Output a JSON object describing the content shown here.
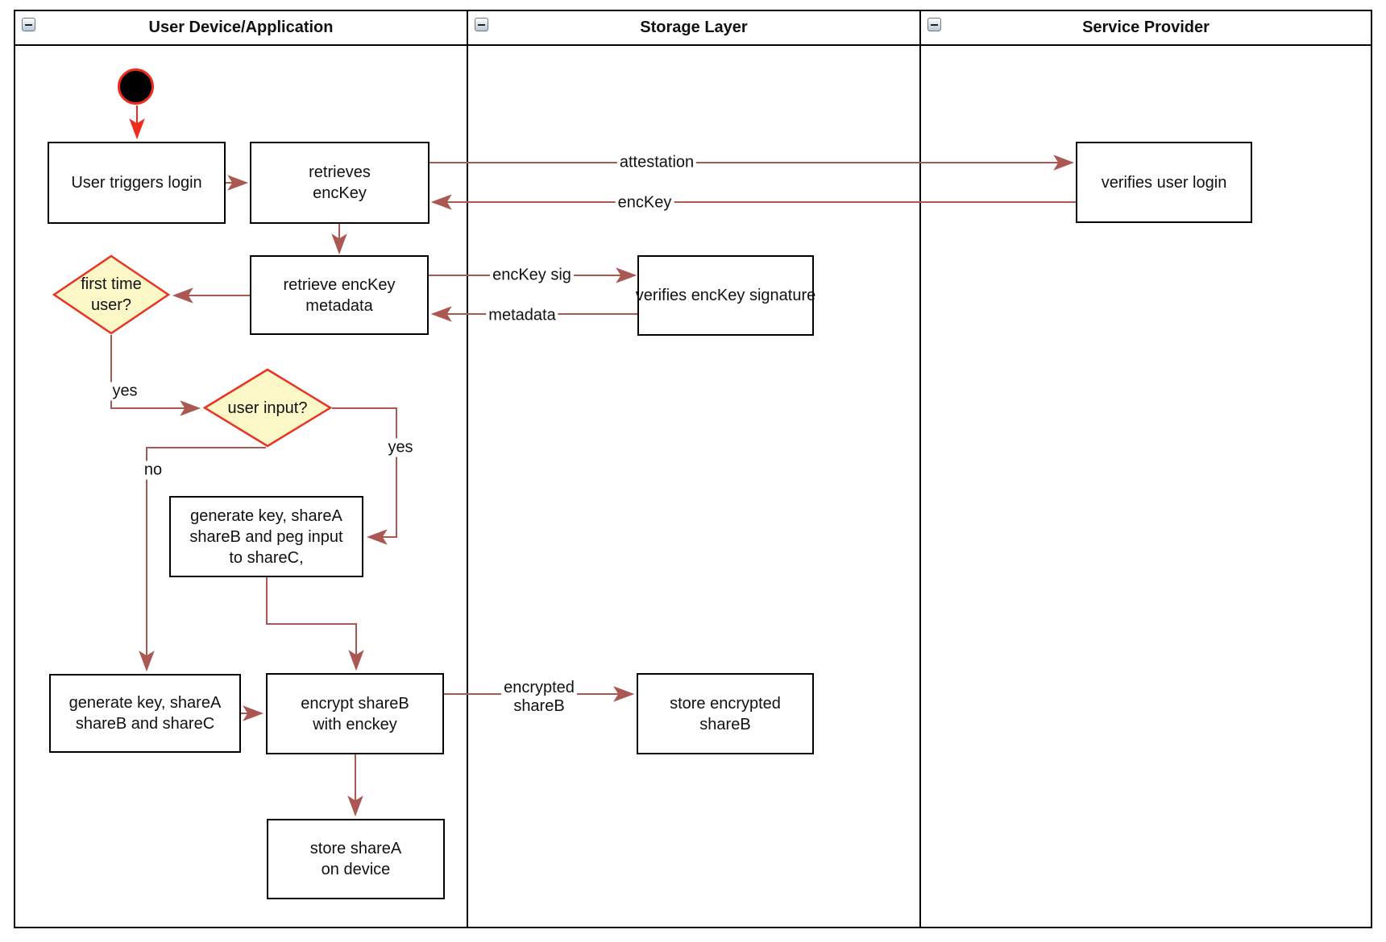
{
  "diagram": {
    "lanes": [
      {
        "title": "User Device/Application"
      },
      {
        "title": "Storage Layer"
      },
      {
        "title": "Service Provider"
      }
    ],
    "nodes": {
      "user_triggers_login": "User triggers login",
      "retrieves_enckey": "retrieves\nencKey",
      "verifies_user_login": "verifies user login",
      "retrieve_enckey_metadata": "retrieve encKey\nmetadata",
      "verifies_enckey_signature": "verifies encKey signature",
      "first_time_user": "first time\nuser?",
      "user_input": "user input?",
      "generate_key_peg_input": "generate key, shareA\nshareB and peg input\nto shareC,",
      "generate_key_sharec": "generate key, shareA\nshareB and shareC",
      "encrypt_shareb": "encrypt shareB\nwith enckey",
      "store_encrypted_shareb": "store encrypted\nshareB",
      "store_sharea_on_device": "store shareA\non device"
    },
    "edge_labels": {
      "attestation": "attestation",
      "enckey": "encKey",
      "enckey_sig": "encKey sig",
      "metadata": "metadata",
      "yes_first_time": "yes",
      "yes_user_input": "yes",
      "no_user_input": "no",
      "encrypted_shareb": "encrypted\nshareB"
    },
    "icons": {
      "collapse": "minus"
    },
    "colors": {
      "connector": "#ac5852",
      "start_accent": "#f02b1c",
      "diamond_fill": "#fcf7c7",
      "diamond_stroke": "#ea3323",
      "shape_stroke": "#000000"
    }
  }
}
